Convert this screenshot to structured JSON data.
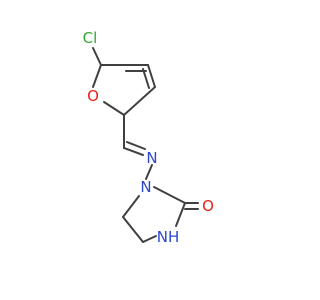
{
  "molecule": {
    "colors": {
      "bond": "#404040",
      "Cl": "#34a834",
      "O": "#e8211c",
      "N": "#2b47cc",
      "background": "#ffffff"
    },
    "atoms": {
      "cl": "Cl",
      "furan_o": "O",
      "imine_n": "N",
      "ring_n": "N",
      "carbonyl_o": "O",
      "nh": "NH"
    }
  }
}
